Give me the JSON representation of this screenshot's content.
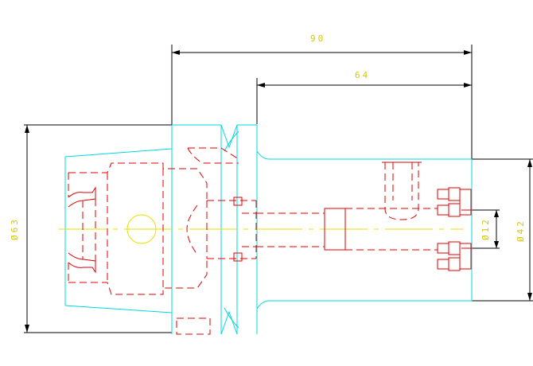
{
  "drawing": {
    "dimensions": {
      "overall_length": "90",
      "shank_length": "64",
      "flange_diameter": "Ø63",
      "body_diameter": "Ø42",
      "bore_diameter": "Ø12"
    },
    "colors": {
      "outline": "#00d8e0",
      "hidden": "#e00000",
      "center": "#e8e000",
      "dimension": "#000000",
      "dimension_text": "#d8c800"
    }
  }
}
